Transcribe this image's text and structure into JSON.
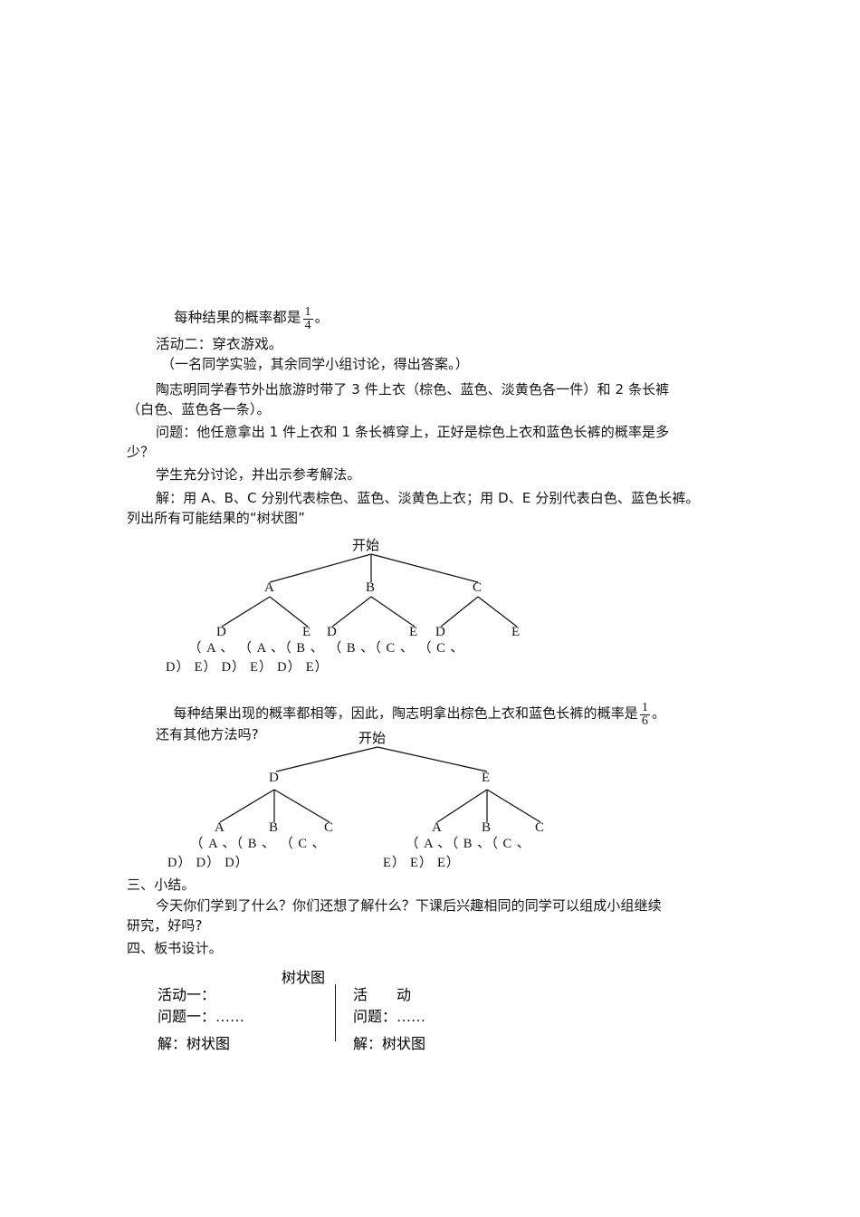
{
  "document": {
    "language": "zh-CN",
    "paragraphs": [
      {
        "id": "p_prob_quarter_pre",
        "text": "每种结果的概率都是"
      },
      {
        "id": "p_prob_quarter_post",
        "text": "。"
      },
      {
        "id": "p_activity2",
        "text": "活动二：穿衣游戏。"
      },
      {
        "id": "p_activity2_note",
        "text": "（一名同学实验，其余同学小组讨论，得出答案。）"
      },
      {
        "id": "p_story",
        "text": "陶志明同学春节外出旅游时带了 3 件上衣（棕色、蓝色、淡黄色各一件）和 2 条长裤\n（白色、蓝色各一条）。"
      },
      {
        "id": "p_question",
        "text": "问题：他任意拿出 1 件上衣和 1 条长裤穿上，正好是棕色上衣和蓝色长裤的概率是多\n少？"
      },
      {
        "id": "p_discuss",
        "text": "学生充分讨论，并出示参考解法。"
      },
      {
        "id": "p_solution",
        "text": "解：用 A、B、C 分别代表棕色、蓝色、淡黄色上衣；用 D、E 分别代表白色、蓝色长裤。\n列出所有可能结果的“树状图”"
      },
      {
        "id": "p_equal_pre",
        "text": "每种结果出现的概率都相等，因此，陶志明拿出棕色上衣和蓝色长裤的概率是"
      },
      {
        "id": "p_equal_post",
        "text": "。"
      },
      {
        "id": "p_other_methods",
        "text": "还有其他方法吗?"
      },
      {
        "id": "p_section3",
        "text": "三、小结。"
      },
      {
        "id": "p_summary",
        "text": "今天你们学到了什么？你们还想了解什么？下课后兴趣相同的同学可以组成小组继续\n研究，好吗?"
      },
      {
        "id": "p_section4",
        "text": "四、板书设计。"
      }
    ],
    "fractions": {
      "one_quarter": {
        "numerator": "1",
        "denominator": "4"
      },
      "one_sixth": {
        "numerator": "1",
        "denominator": "6"
      }
    }
  },
  "chart_data": [
    {
      "id": "tree1",
      "type": "tree",
      "title": "开始",
      "description": "树状图：先选上衣（A、B、C）再选长裤（D、E）",
      "root": "开始",
      "level1": [
        "A",
        "B",
        "C"
      ],
      "level2": [
        "D",
        "E",
        "D",
        "E",
        "D",
        "E"
      ],
      "outcomes": [
        "（A、D）",
        "（A、E）",
        "（B、D）",
        "（B、E）",
        "（C、D）",
        "（C、E）"
      ],
      "leaf_text_lines": [
        "（  A  、   （  A  、（  B  、（  B  、（  C  、 （  C  、",
        "D）          E）      D）       E）      D）       E）"
      ],
      "outcome_count": 6
    },
    {
      "id": "tree2",
      "type": "tree",
      "title": "开始",
      "description": "树状图：先选长裤（D、E）再选上衣（A、B、C）",
      "root": "开始",
      "level1": [
        "D",
        "E"
      ],
      "level2": [
        "A",
        "B",
        "C",
        "A",
        "B",
        "C"
      ],
      "outcomes": [
        "（A、D）",
        "（B、D）",
        "（C、D）",
        "（A、E）",
        "（B、E）",
        "（C、E）"
      ],
      "leaf_text_lines": [
        "（  A  、（  B  、（  C  、          （  A  、（  B  、（  C  、",
        "D）      D）      D）                 E）      E）      E）"
      ],
      "outcome_count": 6
    }
  ],
  "tree1_labels": {
    "title": "开始",
    "n_a": "A",
    "n_b": "B",
    "n_c": "C",
    "l_d1": "D",
    "l_e1": "E",
    "l_d2": "D",
    "l_e2": "E",
    "l_d3": "D",
    "l_e3": "E",
    "line1": "（   A   、      （   A   、（   B   、 （   B   、（   C   、  （   C   、",
    "line2": "D）                E）          D）             E）          D）             E）"
  },
  "tree2_labels": {
    "title": "开始",
    "n_d": "D",
    "n_e": "E",
    "l_a1": "A",
    "l_b1": "B",
    "l_c1": "C",
    "l_a2": "A",
    "l_b2": "B",
    "l_c2": "C",
    "line1": "（   A   、（   B   、 （   C   、",
    "line2": "D）           D）            D）",
    "line3": "（   A   、（   B   、（   C   、",
    "line4": "E）          E）          E）"
  },
  "board_design": {
    "title": "树状图",
    "left": {
      "row1": "活动一：",
      "row2": "问题一：……",
      "row3": "解：树状图"
    },
    "right": {
      "row1": "活　　动",
      "row2": "问题：……",
      "row3": "解：树状图"
    }
  }
}
